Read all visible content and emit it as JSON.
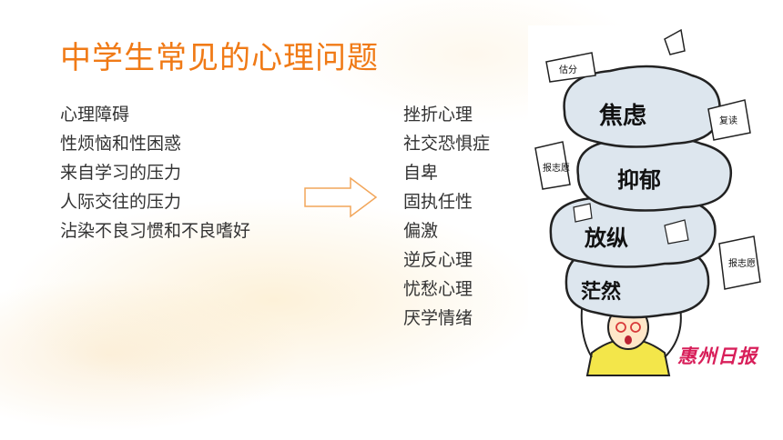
{
  "slide": {
    "title": "中学生常见的心理问题",
    "left_items": [
      "心理障碍",
      "性烦恼和性困惑",
      "来自学习的压力",
      "人际交往的压力",
      "沾染不良习惯和不良嗜好"
    ],
    "right_items": [
      "挫折心理",
      "社交恐惧症",
      "自卑",
      "固执任性",
      "偏激",
      "逆反心理",
      "忧愁心理",
      "厌学情绪"
    ]
  },
  "illustration": {
    "rock_labels": [
      "焦虑",
      "抑郁",
      "放纵",
      "茫然"
    ],
    "paper_labels": [
      "估分",
      "复读",
      "报志愿",
      "报志愿"
    ],
    "stamp": "惠州日报"
  },
  "colors": {
    "title": "#f07a16",
    "text": "#333333",
    "arrow": "#f2a65a",
    "stamp": "#d81f5a"
  }
}
